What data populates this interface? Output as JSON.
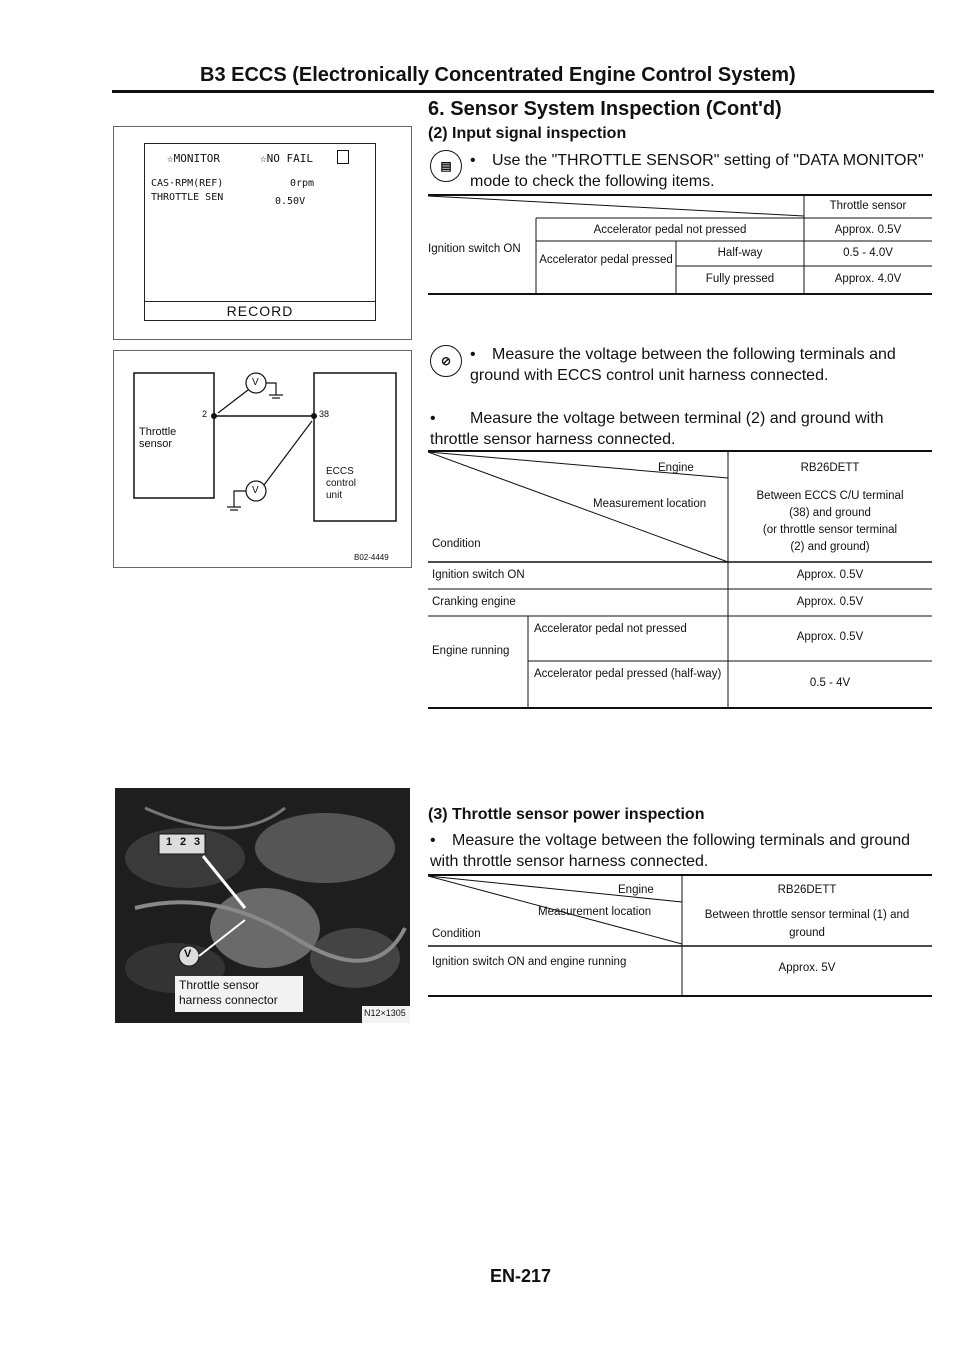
{
  "header": {
    "title": "B3 ECCS (Electronically Concentrated Engine Control System)"
  },
  "section": {
    "title": "6. Sensor System Inspection (Cont'd)",
    "sub2": "(2) Input signal inspection",
    "consult_text": "Use the \"THROTTLE SENSOR\" setting of \"DATA MONITOR\" mode to check the following items.",
    "table1": {
      "col_header": "Throttle sensor",
      "row_group": "Ignition switch ON",
      "r1_label": "Accelerator pedal not pressed",
      "r1_value": "Approx. 0.5V",
      "pressed_label": "Accelerator pedal pressed",
      "r2_label": "Half-way",
      "r2_value": "0.5 - 4.0V",
      "r3_label": "Fully pressed",
      "r3_value": "Approx. 4.0V"
    },
    "bullet1": "Measure the voltage between the following terminals and ground with ECCS control unit harness connected.",
    "bullet2": "Measure the voltage between terminal (2) and ground with throttle sensor harness connected.",
    "table2": {
      "engine": "Engine",
      "meas_loc": "Measurement location",
      "condition": "Condition",
      "model": "RB26DETT",
      "loc_line1": "Between ECCS C/U terminal",
      "loc_line2": "(38) and ground",
      "loc_line3": "(or throttle sensor terminal",
      "loc_line4": "(2) and ground)",
      "row1_cond": "Ignition switch ON",
      "row1_val": "Approx. 0.5V",
      "row2_cond": "Cranking engine",
      "row2_val": "Approx. 0.5V",
      "run_label": "Engine running",
      "row3_cond": "Accelerator pedal not pressed",
      "row3_val": "Approx. 0.5V",
      "row4_cond": "Accelerator pedal pressed (half-way)",
      "row4_val": "0.5 - 4V"
    },
    "sub3": "(3) Throttle sensor power inspection",
    "bullet3": "Measure the voltage between the following terminals and ground with throttle sensor harness connected.",
    "table3": {
      "engine": "Engine",
      "meas_loc": "Measurement location",
      "condition": "Condition",
      "model": "RB26DETT",
      "loc": "Between throttle sensor terminal (1) and ground",
      "row1_cond": "Ignition switch ON and engine running",
      "row1_val": "Approx. 5V"
    }
  },
  "monitor": {
    "line1_a": "☆MONITOR",
    "line1_b": "☆NO FAIL",
    "row1_label": "CAS·RPM(REF)",
    "row1_val": "0rpm",
    "row2_label": "THROTTLE SEN",
    "row2_val": "0.50V",
    "record": "RECORD"
  },
  "diagram": {
    "sensor_label": "Throttle sensor",
    "unit_label": "ECCS control unit",
    "pin_a": "2",
    "pin_b": "38",
    "meter": "V",
    "code": "B02-4449"
  },
  "photo": {
    "caption_line1": "Throttle sensor",
    "caption_line2": "harness connector",
    "code": "N12×1305",
    "pins": [
      "1",
      "2",
      "3"
    ],
    "meter": "V"
  },
  "footer": {
    "page": "EN-217"
  }
}
